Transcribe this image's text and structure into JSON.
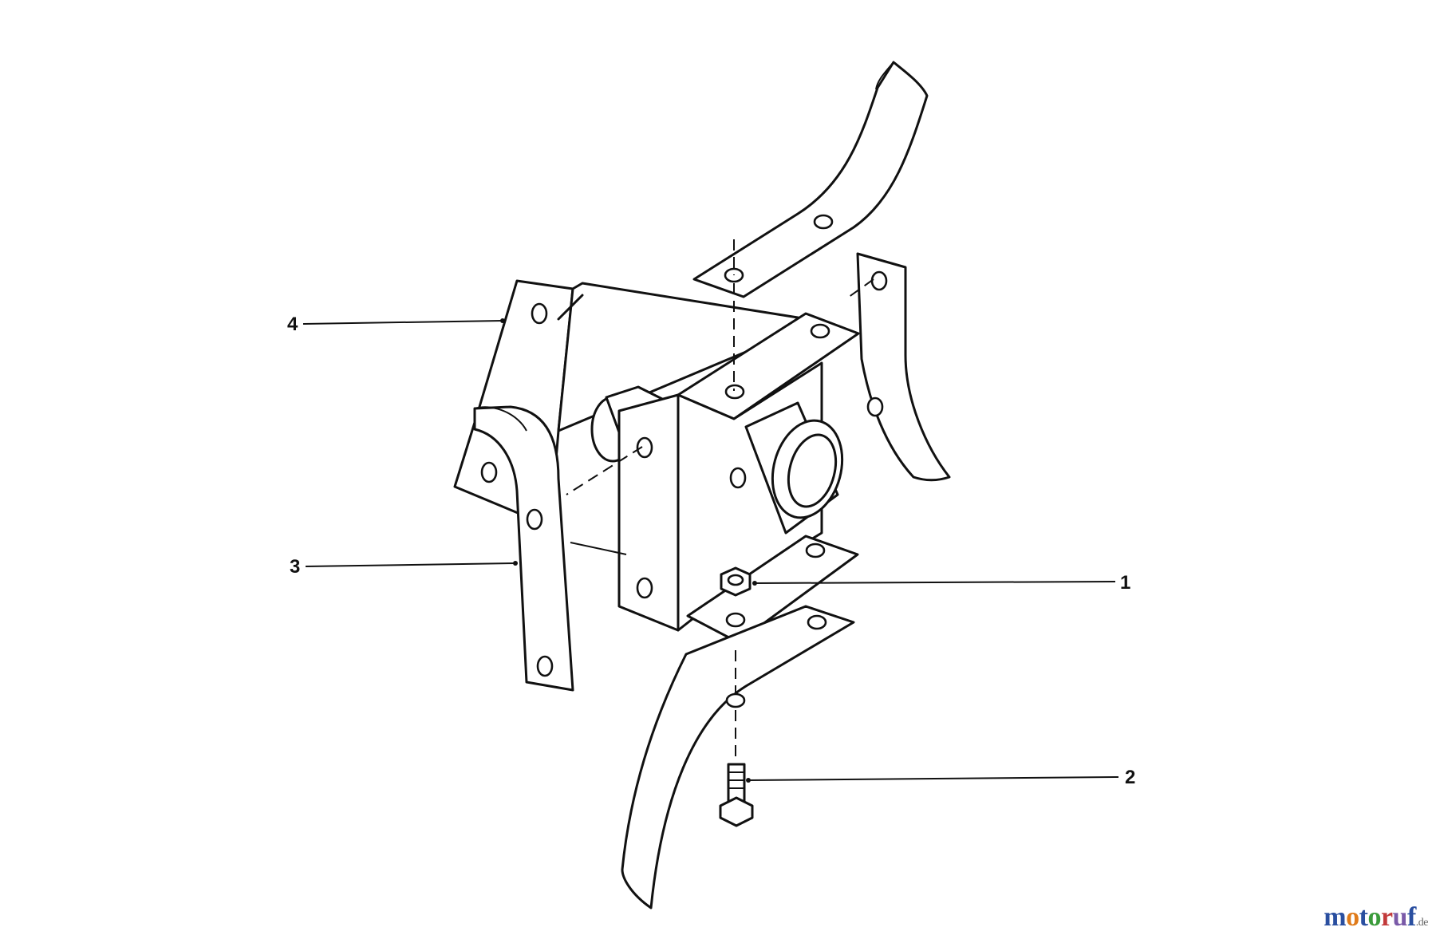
{
  "callouts": [
    {
      "id": "1",
      "label": "1"
    },
    {
      "id": "2",
      "label": "2"
    },
    {
      "id": "3",
      "label": "3"
    },
    {
      "id": "4",
      "label": "4"
    }
  ],
  "watermark": {
    "text": "motoruf",
    "suffix": ".de",
    "colors": [
      "#2a4fa0",
      "#e07b1a",
      "#2a4fa0",
      "#3a9b3a",
      "#c23a3a",
      "#7a5aa8",
      "#2a4fa0"
    ]
  }
}
